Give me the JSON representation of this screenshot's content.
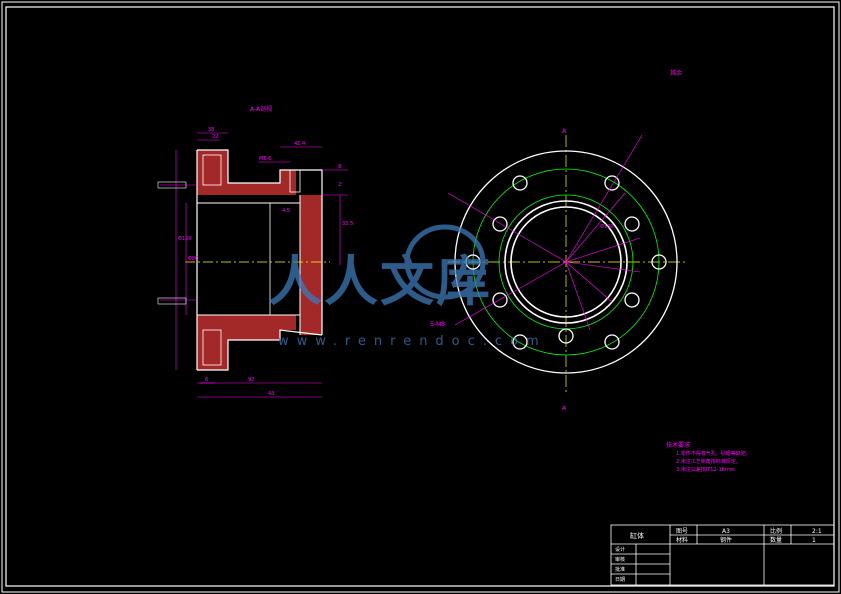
{
  "drawing": {
    "section_title": "A-A剖视",
    "roughness_note": "其余",
    "view_marker_top": "A",
    "view_marker_bottom": "A",
    "hole_callout": "5-M8",
    "watermark": "人人文库",
    "watermark_url": "www.renrendoc.com"
  },
  "dimensions": {
    "top_width": "38",
    "top_sub": "22",
    "thread_m": "M8-6",
    "depth_414": "41.4",
    "right_1": "8",
    "right_2": "2",
    "overall_length": "97",
    "overall_total": "43",
    "left_small": "6",
    "bore": "Φ80",
    "flange": "Φ120",
    "pcd": "Φ100",
    "len_335": "33.5",
    "chamfer": "4.5"
  },
  "tech_req": {
    "title": "技术要求",
    "items": [
      "1.零件不得有气孔、砂眼等缺陷。",
      "2.未注工艺倒角按标准规定。",
      "3.未注公差按IT12-16mm"
    ]
  },
  "title_block": {
    "part_name": "缸体",
    "drawing_no_label": "图号",
    "drawing_no": "A3",
    "material_label": "材料",
    "material": "钢件",
    "scale_label": "比例",
    "scale": "2:1",
    "qty_label": "数量",
    "qty": "1",
    "rows": [
      "设计",
      "审核",
      "批准",
      "日期"
    ]
  },
  "colors": {
    "outline": "#ffffff",
    "dimension": "#ff00ff",
    "centerline": "#ffff00",
    "hatch": "#ff2020",
    "pitch_circle": "#00ff00",
    "watermark": "#3d7ab8"
  }
}
